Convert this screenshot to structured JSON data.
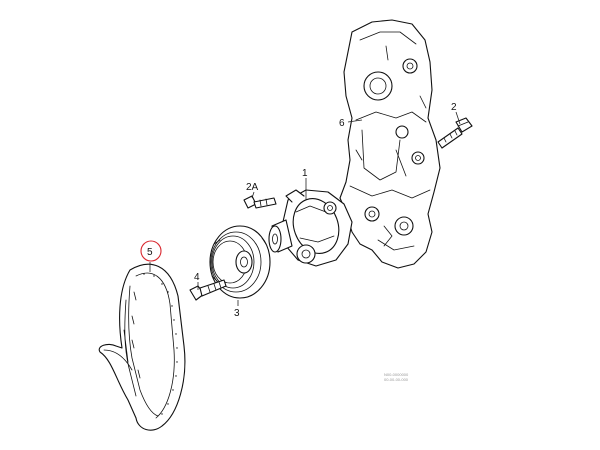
{
  "callouts": {
    "c1": "1",
    "c2": "2",
    "c2a": "2A",
    "c3": "3",
    "c4": "4",
    "c5": "5",
    "c6": "6"
  },
  "highlight_color": "#d9282f",
  "drawing_code_line1": "N00-0000000",
  "drawing_code_line2": "00-00-00-000"
}
